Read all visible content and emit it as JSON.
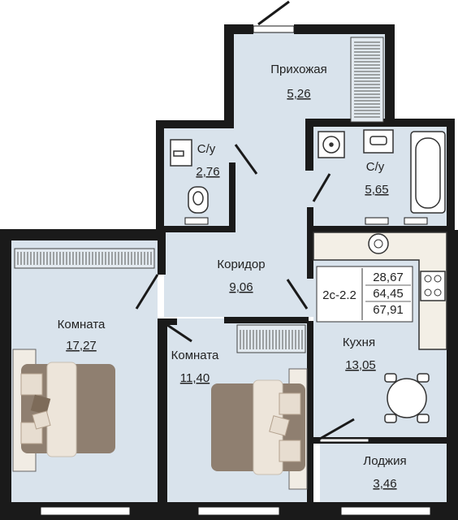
{
  "colors": {
    "room_fill": "#d9e3ec",
    "wall": "#1a1a1a",
    "kitchen_counter": "#f3efe6",
    "bed_brown": "#8f7f70",
    "pillow_light": "#e7ddd0",
    "bedspread": "#ede5da"
  },
  "rooms": {
    "hallway": {
      "name": "Прихожая",
      "area": "5,26"
    },
    "bath_small": {
      "name": "С/у",
      "area": "2,76"
    },
    "bath_large": {
      "name": "С/у",
      "area": "5,65"
    },
    "corridor": {
      "name": "Коридор",
      "area": "9,06"
    },
    "room_big": {
      "name": "Комната",
      "area": "17,27"
    },
    "room_small": {
      "name": "Комната",
      "area": "11,40"
    },
    "kitchen": {
      "name": "Кухня",
      "area": "13,05"
    },
    "loggia": {
      "name": "Лоджия",
      "area": "3,46"
    }
  },
  "info": {
    "type": "2с-2.2",
    "living_area": "28,67",
    "total_area": "64,45",
    "total_with_loggia": "67,91"
  }
}
